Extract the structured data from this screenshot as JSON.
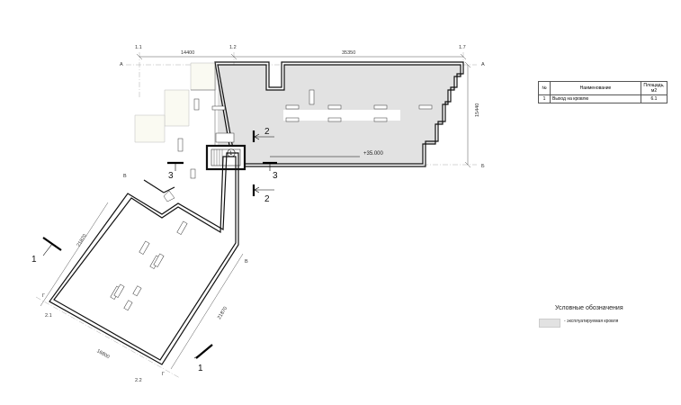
{
  "axes": {
    "top": [
      "1.1",
      "1.2",
      "1.7"
    ],
    "right": [
      "А",
      "Б"
    ],
    "left_top": "А",
    "wing": [
      "В",
      "В",
      "Г",
      "Г",
      "2.1",
      "2.2"
    ]
  },
  "dimensions": {
    "top_left": "14400",
    "top_right": "35350",
    "right_vertical": "15440",
    "wing_left": "21870",
    "wing_bottom": "16800",
    "wing_right": "21870"
  },
  "sections": {
    "s1a": "1",
    "s1b": "1",
    "s2a": "2",
    "s2b": "2",
    "s3a": "3",
    "s3b": "3"
  },
  "level_mark": "+35.000",
  "exit_marker": "1",
  "spec_table": {
    "headers": {
      "num": "№",
      "name": "Наименование",
      "area": "Площадь, м2"
    },
    "rows": [
      {
        "num": "1",
        "name": "Выход на кровлю",
        "area": "6.1"
      }
    ]
  },
  "legend": {
    "title": "Условные обозначения",
    "item": "- эксплуатируемая кровля",
    "swatch_color": "#e2e2e2"
  }
}
